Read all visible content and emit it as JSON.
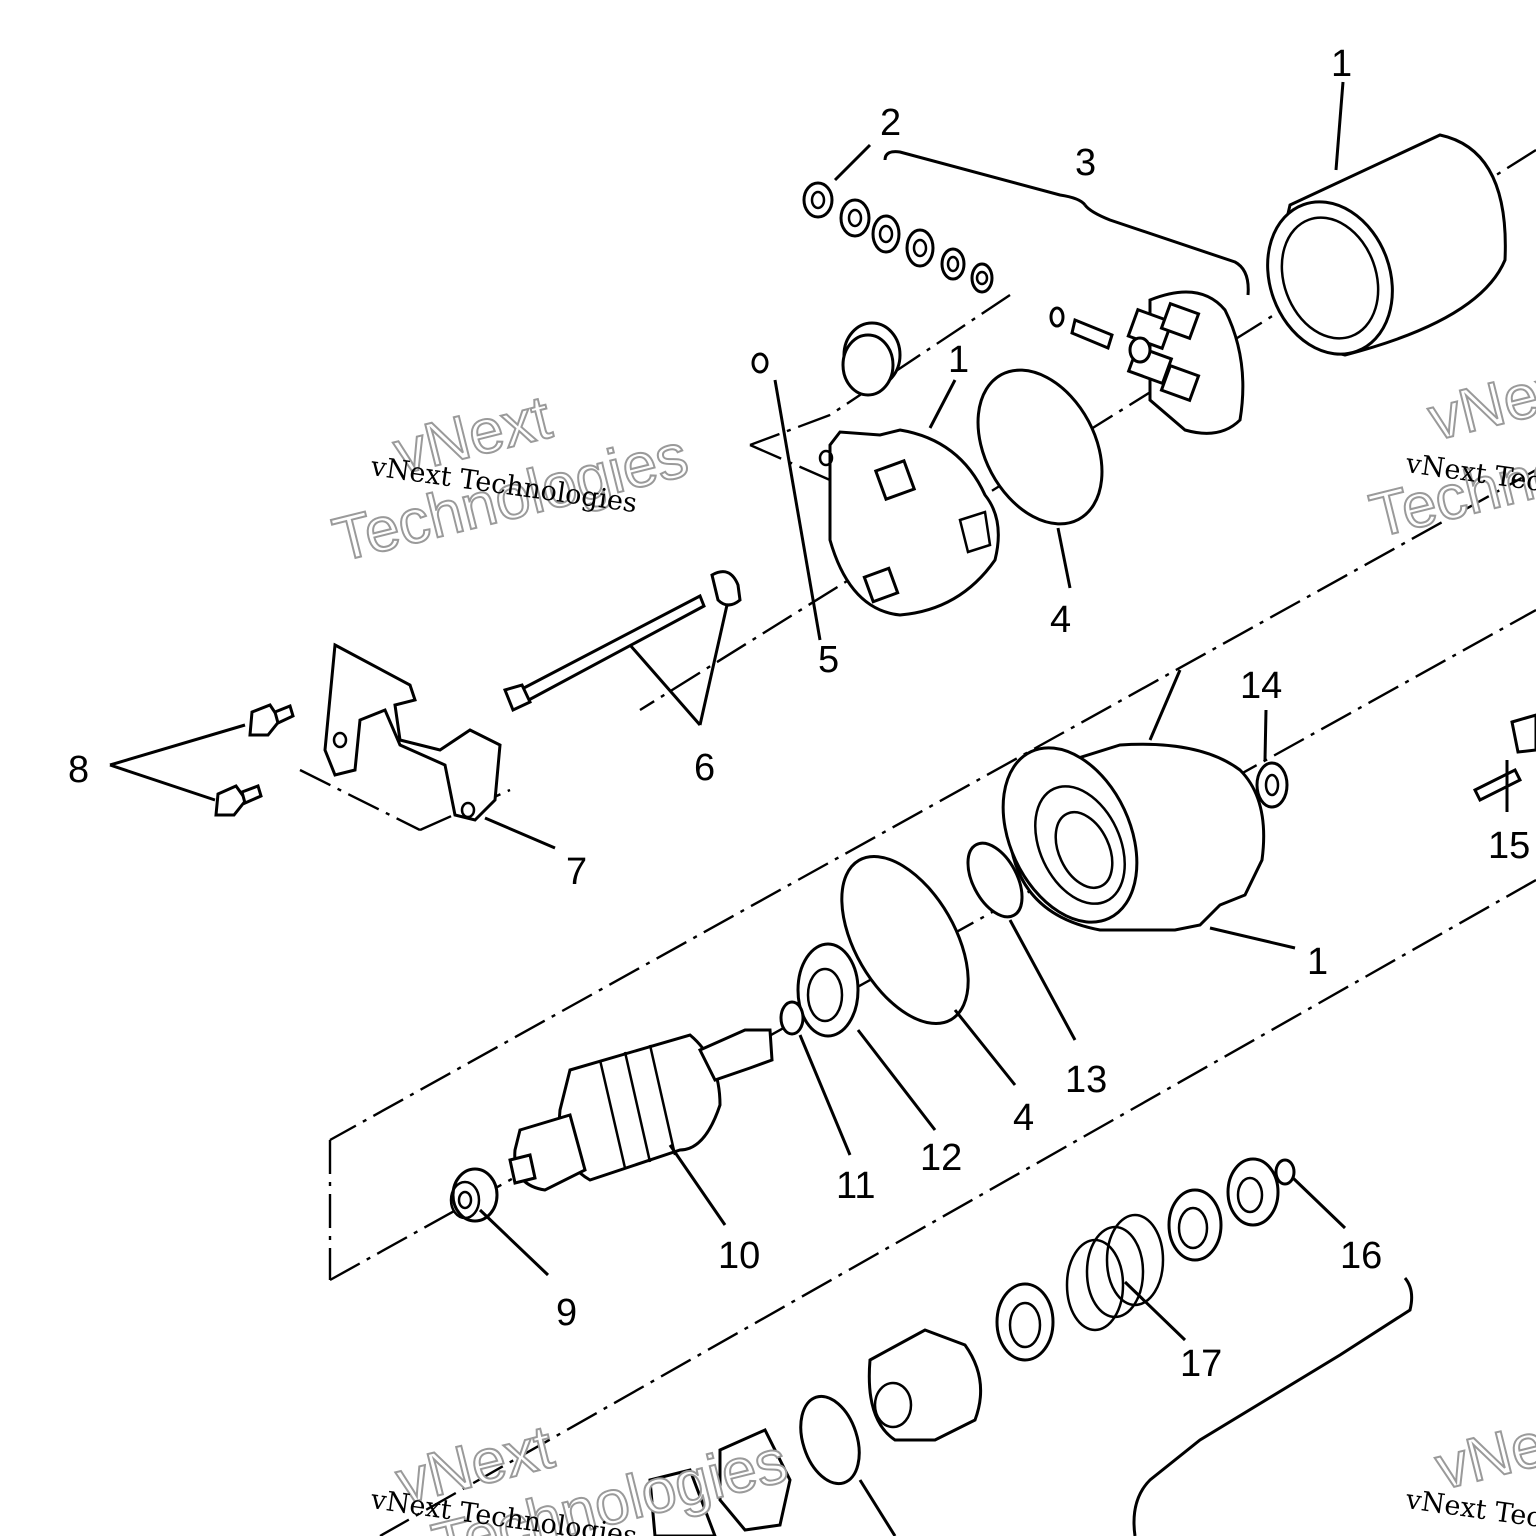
{
  "watermark": {
    "line1": "vNext",
    "line2": "Technologies",
    "caption": "vNext Technologies"
  },
  "callouts": {
    "c1a": "1",
    "c2": "2",
    "c3": "3",
    "c1b": "1",
    "c4a": "4",
    "c5": "5",
    "c6": "6",
    "c8": "8",
    "c7": "7",
    "c14": "14",
    "c15": "15",
    "c1c": "1",
    "c13": "13",
    "c4b": "4",
    "c12": "12",
    "c11": "11",
    "c10": "10",
    "c9": "9",
    "c16": "16",
    "c17": "17"
  }
}
